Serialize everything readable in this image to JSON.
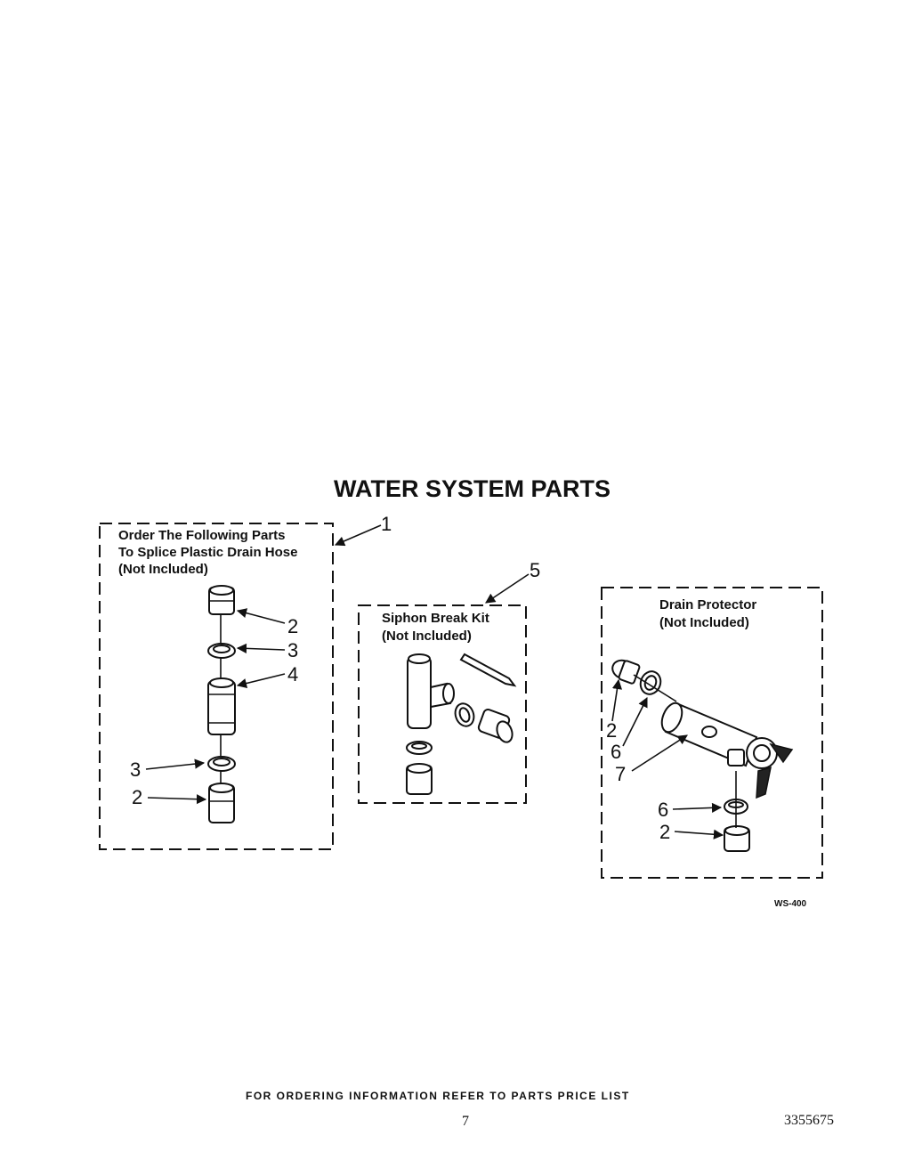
{
  "title": "WATER SYSTEM PARTS",
  "splice_box": {
    "lines": [
      "Order The Following Parts",
      "To Splice Plastic Drain Hose",
      "(Not Included)"
    ],
    "callouts": [
      "1",
      "2",
      "3",
      "4",
      "3",
      "2"
    ]
  },
  "siphon_box": {
    "lines": [
      "Siphon Break Kit",
      "(Not Included)"
    ],
    "callout": "5"
  },
  "drain_box": {
    "lines": [
      "Drain Protector",
      "(Not Included)"
    ],
    "callouts": [
      "2",
      "6",
      "7",
      "6",
      "2"
    ]
  },
  "figure_code": "WS-400",
  "footer": "FOR ORDERING INFORMATION REFER TO PARTS PRICE LIST",
  "page_number": "7",
  "doc_number": "3355675"
}
